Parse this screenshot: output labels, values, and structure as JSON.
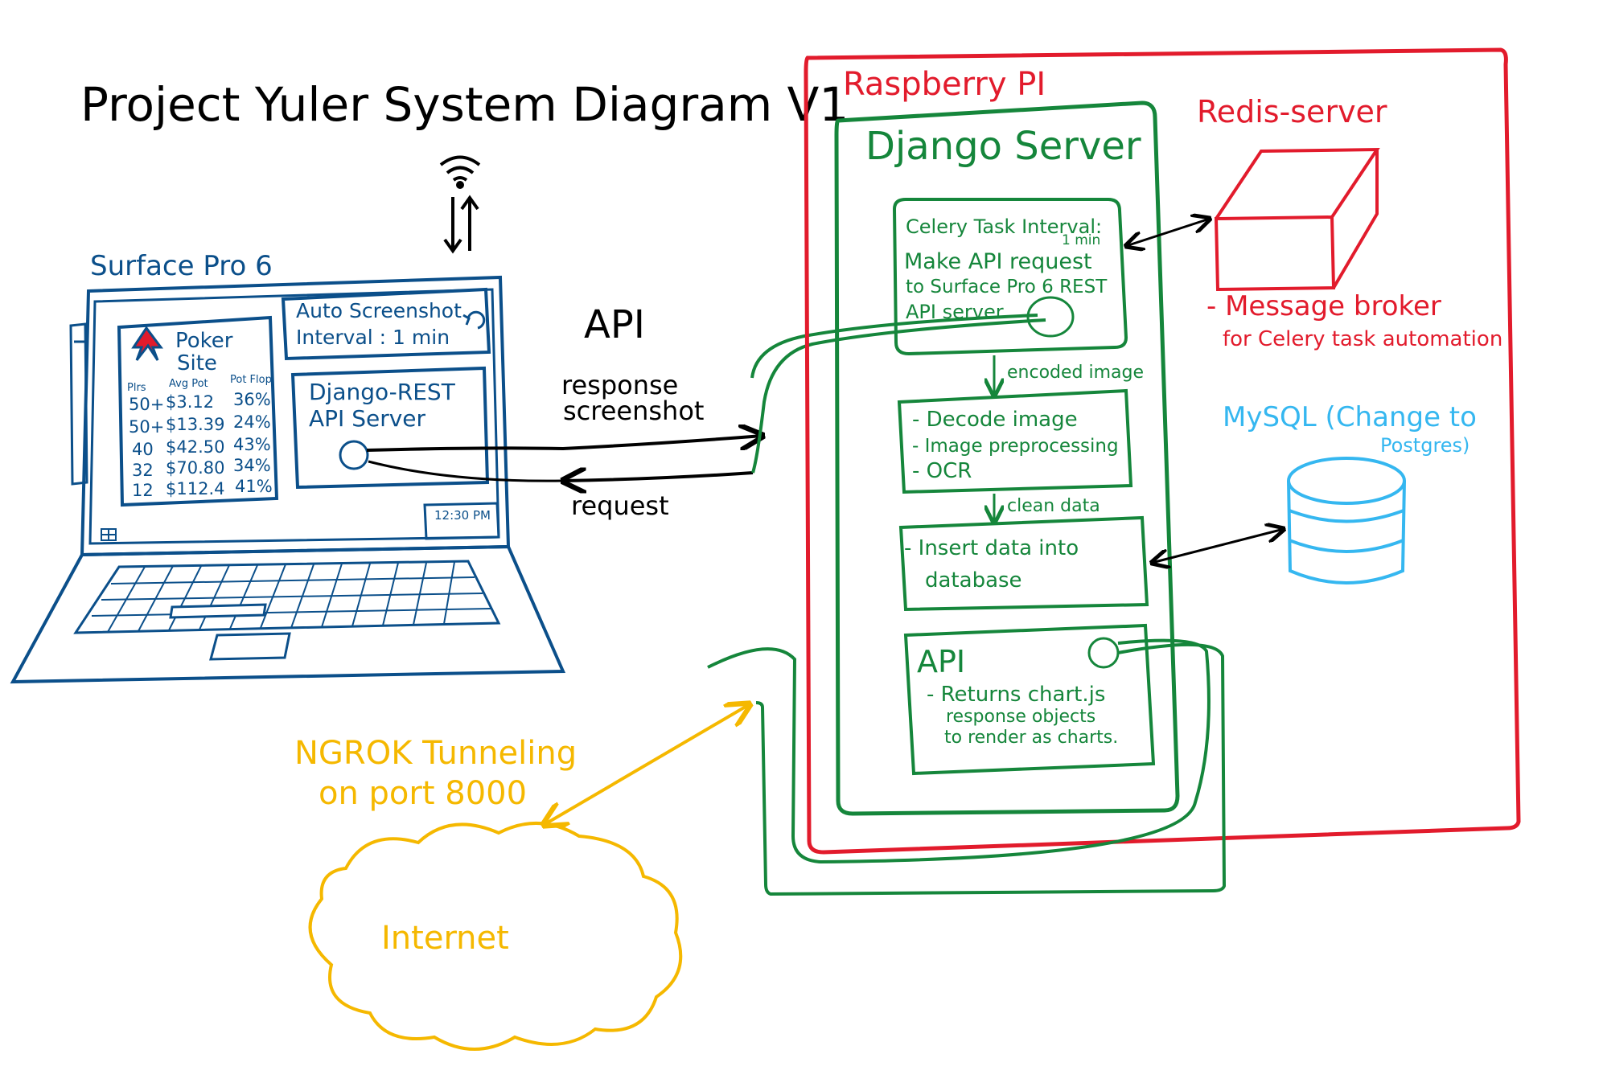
{
  "title": "Project Yuler System Diagram V1",
  "colors": {
    "laptop": "#0b4f8a",
    "django": "#15863b",
    "raspberry": "#e21b2c",
    "redis": "#e21b2c",
    "mysql": "#35b7f0",
    "ngrok": "#f5b800"
  },
  "laptop": {
    "label": "Surface Pro 6",
    "auto_screenshot": [
      "Auto Screenshot",
      "Interval : 1 min"
    ],
    "rest_api": [
      "Django-REST",
      "API Server"
    ],
    "poker_site": {
      "title": [
        "Poker",
        "Site"
      ],
      "headers": [
        "Plrs",
        "Avg Pot",
        "Pot Flop"
      ],
      "rows": [
        [
          "50+",
          "$3.12",
          "36%"
        ],
        [
          "50+",
          "$13.39",
          "24%"
        ],
        [
          "40",
          "$42.50",
          "43%"
        ],
        [
          "32",
          "$70.80",
          "34%"
        ],
        [
          "12",
          "$112.4",
          "41%"
        ]
      ]
    },
    "clock": "12:30 PM"
  },
  "api_link": {
    "label": "API",
    "response": [
      "response",
      "screenshot"
    ],
    "request": "request"
  },
  "raspberry_pi": {
    "label": "Raspberry PI",
    "django": {
      "label": "Django Server",
      "celery": [
        "Celery Task Interval:",
        "1 min",
        "Make API request",
        "to Surface Pro 6 REST",
        "API server"
      ],
      "encoded": "encoded image",
      "process": [
        "- Decode image",
        "- Image preprocessing",
        "- OCR"
      ],
      "clean": "clean data",
      "insert": [
        "- Insert data into",
        "database"
      ],
      "api": [
        "API",
        "- Returns chart.js",
        "response objects",
        "to render as charts."
      ]
    },
    "redis": {
      "label": "Redis-server",
      "note": [
        "- Message broker",
        "for Celery task automation"
      ]
    },
    "mysql": [
      "MySQL (Change to",
      "Postgres)"
    ]
  },
  "ngrok": [
    "NGROK Tunneling",
    "on port 8000"
  ],
  "internet": "Internet"
}
